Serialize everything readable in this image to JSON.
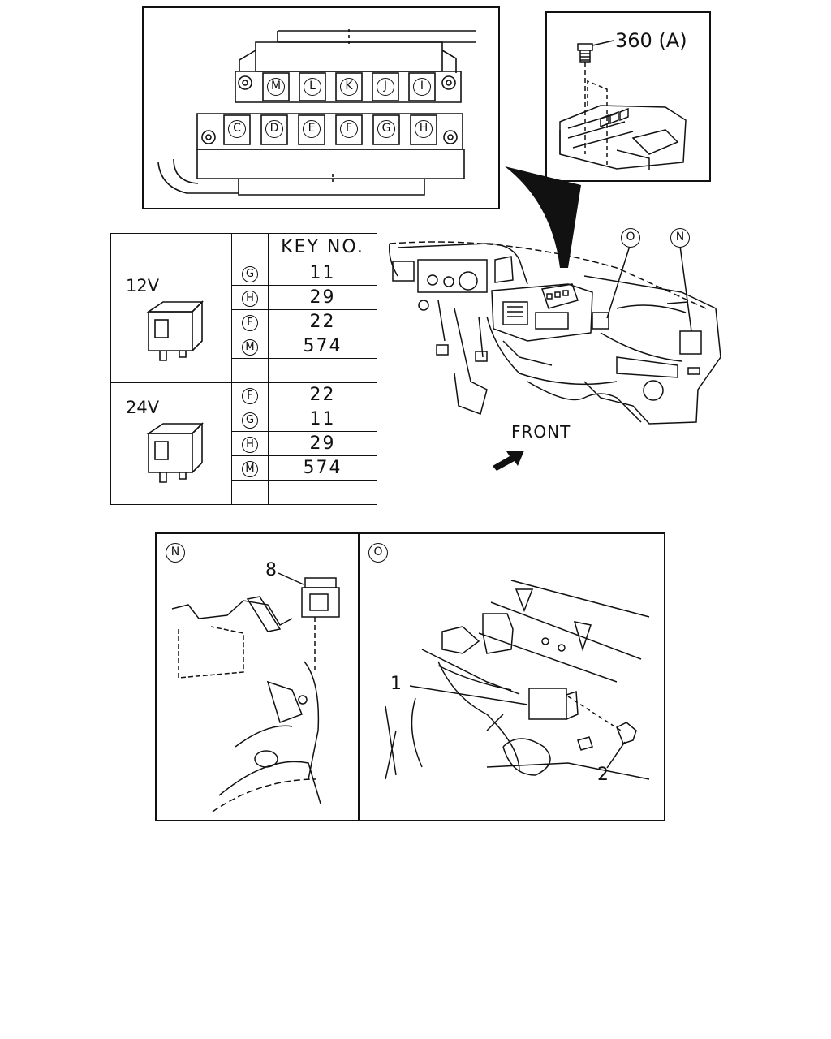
{
  "top_connector": {
    "upper_row": [
      "M",
      "L",
      "K",
      "J",
      "I"
    ],
    "lower_row": [
      "C",
      "D",
      "E",
      "F",
      "G",
      "H"
    ]
  },
  "detail_a": {
    "callout": "360 (A)"
  },
  "relay_table": {
    "header": "KEY NO.",
    "groups": [
      {
        "voltage": "12V",
        "rows": [
          {
            "code": "G",
            "key": "11"
          },
          {
            "code": "H",
            "key": "29"
          },
          {
            "code": "F",
            "key": "22"
          },
          {
            "code": "M",
            "key": "574"
          }
        ]
      },
      {
        "voltage": "24V",
        "rows": [
          {
            "code": "F",
            "key": "22"
          },
          {
            "code": "G",
            "key": "11"
          },
          {
            "code": "H",
            "key": "29"
          },
          {
            "code": "M",
            "key": "574"
          }
        ]
      }
    ]
  },
  "overview": {
    "callouts": [
      "O",
      "N"
    ],
    "front_label": "FRONT"
  },
  "detail_n": {
    "tag": "N",
    "part": "8"
  },
  "detail_o": {
    "tag": "O",
    "parts": [
      "1",
      "2"
    ]
  }
}
